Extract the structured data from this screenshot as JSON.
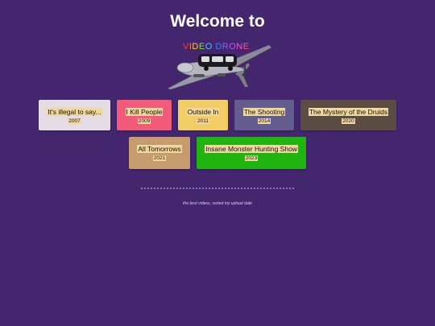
{
  "header": {
    "title": "Welcome to"
  },
  "logo": {
    "letters": [
      "V",
      "I",
      "D",
      "E",
      "O",
      " ",
      "D",
      "R",
      "O",
      "N",
      "E"
    ],
    "letter_colors": [
      "#ff3b3b",
      "#ff8a1a",
      "#ffd21a",
      "#7ad84f",
      "#3ec6ff",
      "#ffffff",
      "#4a7bff",
      "#8a5cff",
      "#c04dff",
      "#ff4fd8",
      "#ff4f8a"
    ]
  },
  "videos": [
    {
      "title": "It's illegal to say...",
      "year": "2007",
      "bg": "#e4dde6"
    },
    {
      "title": "I Kill People",
      "year": "2009",
      "bg": "#f25b79"
    },
    {
      "title": "Outside In",
      "year": "2011",
      "bg": "#f2cd66"
    },
    {
      "title": "The Shooting",
      "year": "2014",
      "bg": "#635c8f"
    },
    {
      "title": "The Mystery of the Druids",
      "year": "2020",
      "bg": "#5b4d44"
    },
    {
      "title": "All Tomorrows",
      "year": "2021",
      "bg": "#c69b6d"
    },
    {
      "title": "Insane Monster Hunting Show",
      "year": "2023",
      "bg": "#1fb40f"
    }
  ],
  "footer": {
    "tagline": "the best videos, sorted my upload date"
  }
}
